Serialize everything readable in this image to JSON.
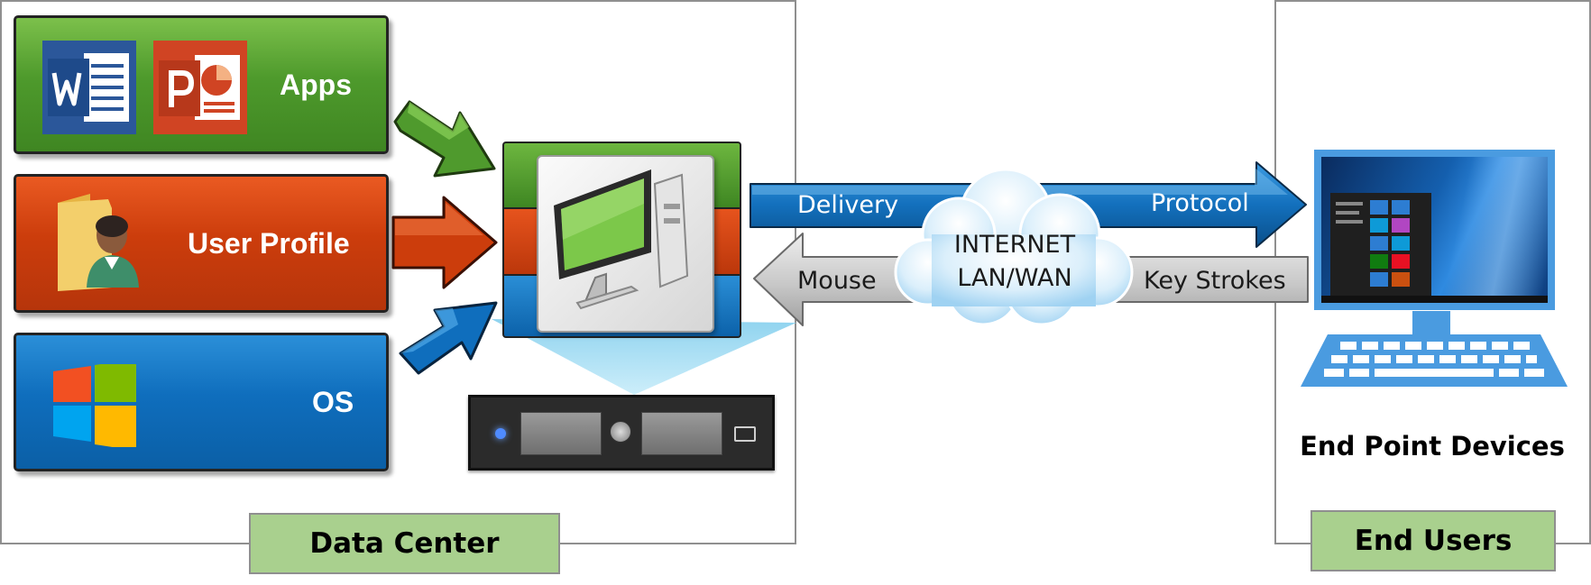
{
  "layers": {
    "apps": "Apps",
    "user_profile": "User Profile",
    "os": "OS"
  },
  "groups": {
    "data_center": "Data Center",
    "end_users": "End Users"
  },
  "arrows": {
    "delivery": "Delivery",
    "protocol": "Protocol",
    "mouse": "Mouse",
    "key_strokes": "Key Strokes"
  },
  "network": {
    "line1": "INTERNET",
    "line2": "LAN/WAN"
  },
  "endpoint": {
    "caption": "End Point Devices"
  },
  "icons": {
    "word": "word-icon",
    "powerpoint": "powerpoint-icon",
    "user": "user-folder-icon",
    "windows": "windows-logo-icon",
    "computer": "computer-icon",
    "server": "server-icon",
    "cloud": "cloud-icon",
    "monitor": "monitor-icon",
    "keyboard": "keyboard-icon"
  },
  "colors": {
    "green": "#4e9a2c",
    "orange": "#cc3d0c",
    "blue": "#0f6ebd",
    "label_green": "#a9d08e"
  }
}
